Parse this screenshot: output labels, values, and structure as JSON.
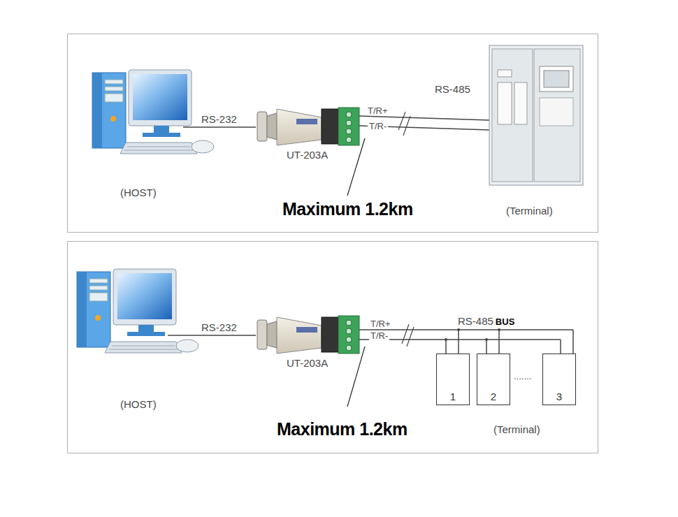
{
  "diagram": {
    "nodes": [
      {
        "text": [
          "1"
        ]
      },
      {
        "text": [
          "2"
        ]
      },
      {
        "text": [
          "3"
        ]
      }
    ],
    "labels": [
      "RS-232",
      "T/R+",
      "T/R-",
      "UT-203A",
      "RS-485",
      "(HOST)",
      "Maximum 1.2km",
      "(Terminal)",
      "RS-232",
      "T/R+",
      "T/R-",
      "UT-203A",
      "RS-485",
      "BUS",
      "(HOST)",
      "Maximum 1.2km",
      "(Terminal)",
      "......."
    ]
  }
}
